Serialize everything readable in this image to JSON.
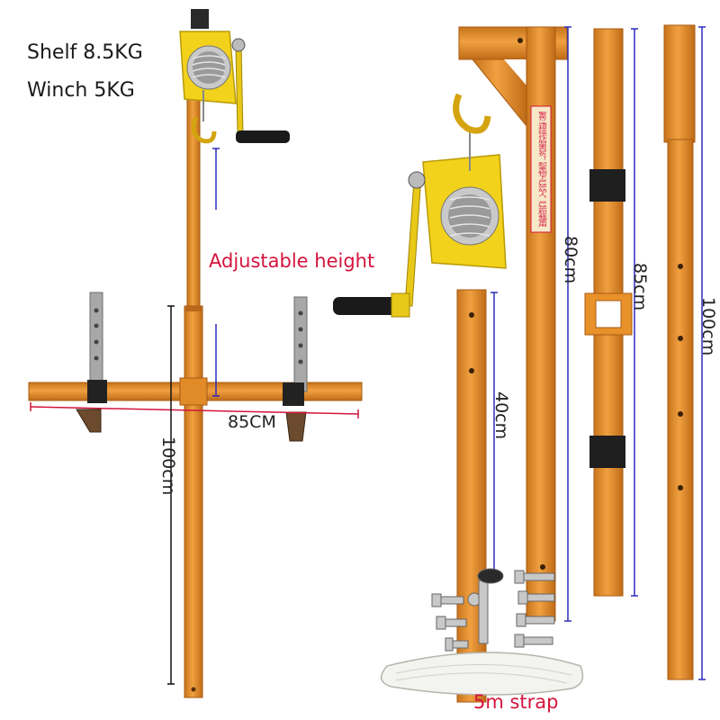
{
  "specs": {
    "shelf": "Shelf 8.5KG",
    "winch": "Winch 5KG"
  },
  "labels": {
    "adjustable_height": "Adjustable height",
    "width_85": "85CM",
    "height_100_left": "100cm",
    "len_80": "80cm",
    "len_85": "85cm",
    "len_100": "100cm",
    "len_40": "40cm",
    "strap": "5m strap"
  },
  "warning_text": "警告 违规操作后果自负！ 起重物下严禁站人，严禁超载使用",
  "colors": {
    "frame_orange": "#e8902a",
    "winch_yellow": "#f2d21b",
    "dimension_line": "#2d2dbf",
    "dimension_red": "#d4143c",
    "label_red": "#d4143c"
  }
}
